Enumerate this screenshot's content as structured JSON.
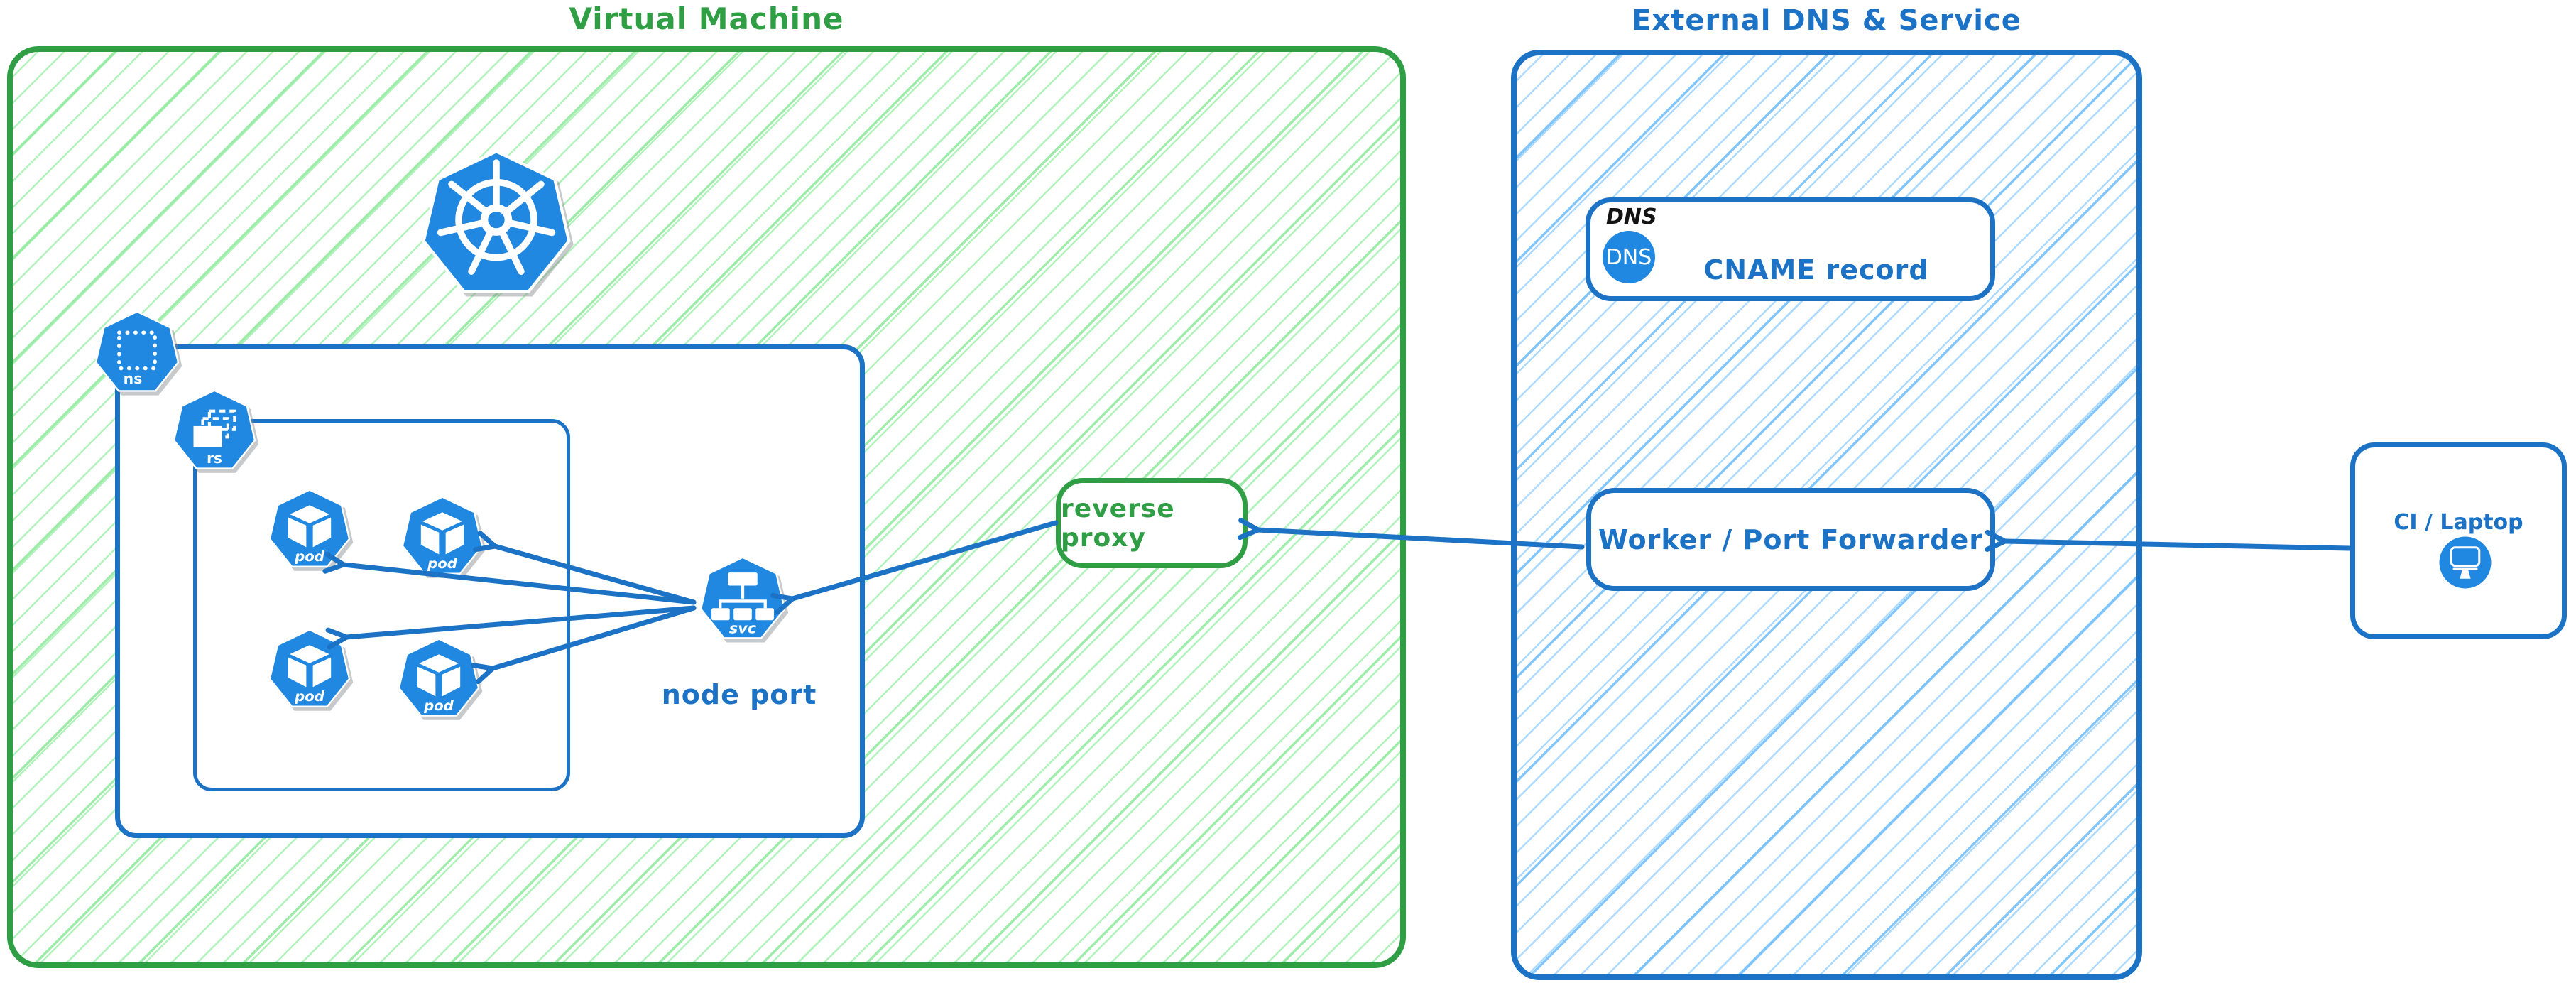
{
  "vm_group": {
    "title": "Virtual Machine",
    "namespace_icon": {
      "label": "ns"
    },
    "replicaset_icon": {
      "label": "rs"
    },
    "pods": [
      {
        "label": "pod"
      },
      {
        "label": "pod"
      },
      {
        "label": "pod"
      },
      {
        "label": "pod"
      }
    ],
    "service_icon": {
      "label": "svc",
      "caption": "node port"
    }
  },
  "reverse_proxy": {
    "label": "reverse proxy"
  },
  "external_group": {
    "title": "External DNS & Service",
    "dns_card": {
      "tag": "DNS",
      "icon_text": "DNS",
      "record": "CNAME record"
    },
    "worker": {
      "label": "Worker / Port Forwarder"
    }
  },
  "client": {
    "label": "CI / Laptop"
  },
  "colors": {
    "green_stroke": "#2f9e44",
    "green_hatch": "#b2f2bb",
    "blue_stroke": "#1c72c4",
    "blue_hatch": "#aedaff",
    "icon_blue": "#2088e0",
    "dns_tag_text": "#131313",
    "background": "#ffffff"
  }
}
